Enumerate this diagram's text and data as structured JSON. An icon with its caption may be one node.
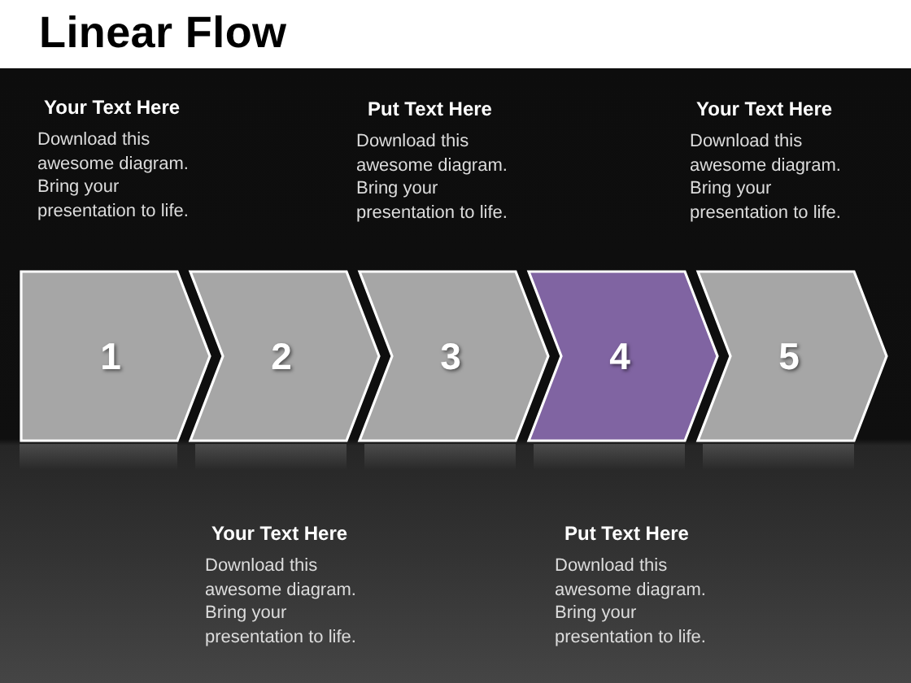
{
  "diagram": {
    "title": "Linear Flow",
    "nodes": [
      {
        "text": [
          "1"
        ]
      },
      {
        "text": [
          "2"
        ]
      },
      {
        "text": [
          "3"
        ]
      },
      {
        "text": [
          "4"
        ]
      },
      {
        "text": [
          "5"
        ]
      }
    ],
    "labels": [
      "Your Text Here",
      "Download this awesome diagram. Bring your presentation to life.",
      "Put Text Here",
      "Download this awesome diagram. Bring your presentation to life.",
      "Your Text Here",
      "Download this awesome diagram. Bring your presentation to life.",
      "Your Text Here",
      "Download this awesome diagram. Bring your presentation to life.",
      "Put Text Here",
      "Download this awesome diagram. Bring your presentation to life."
    ]
  }
}
